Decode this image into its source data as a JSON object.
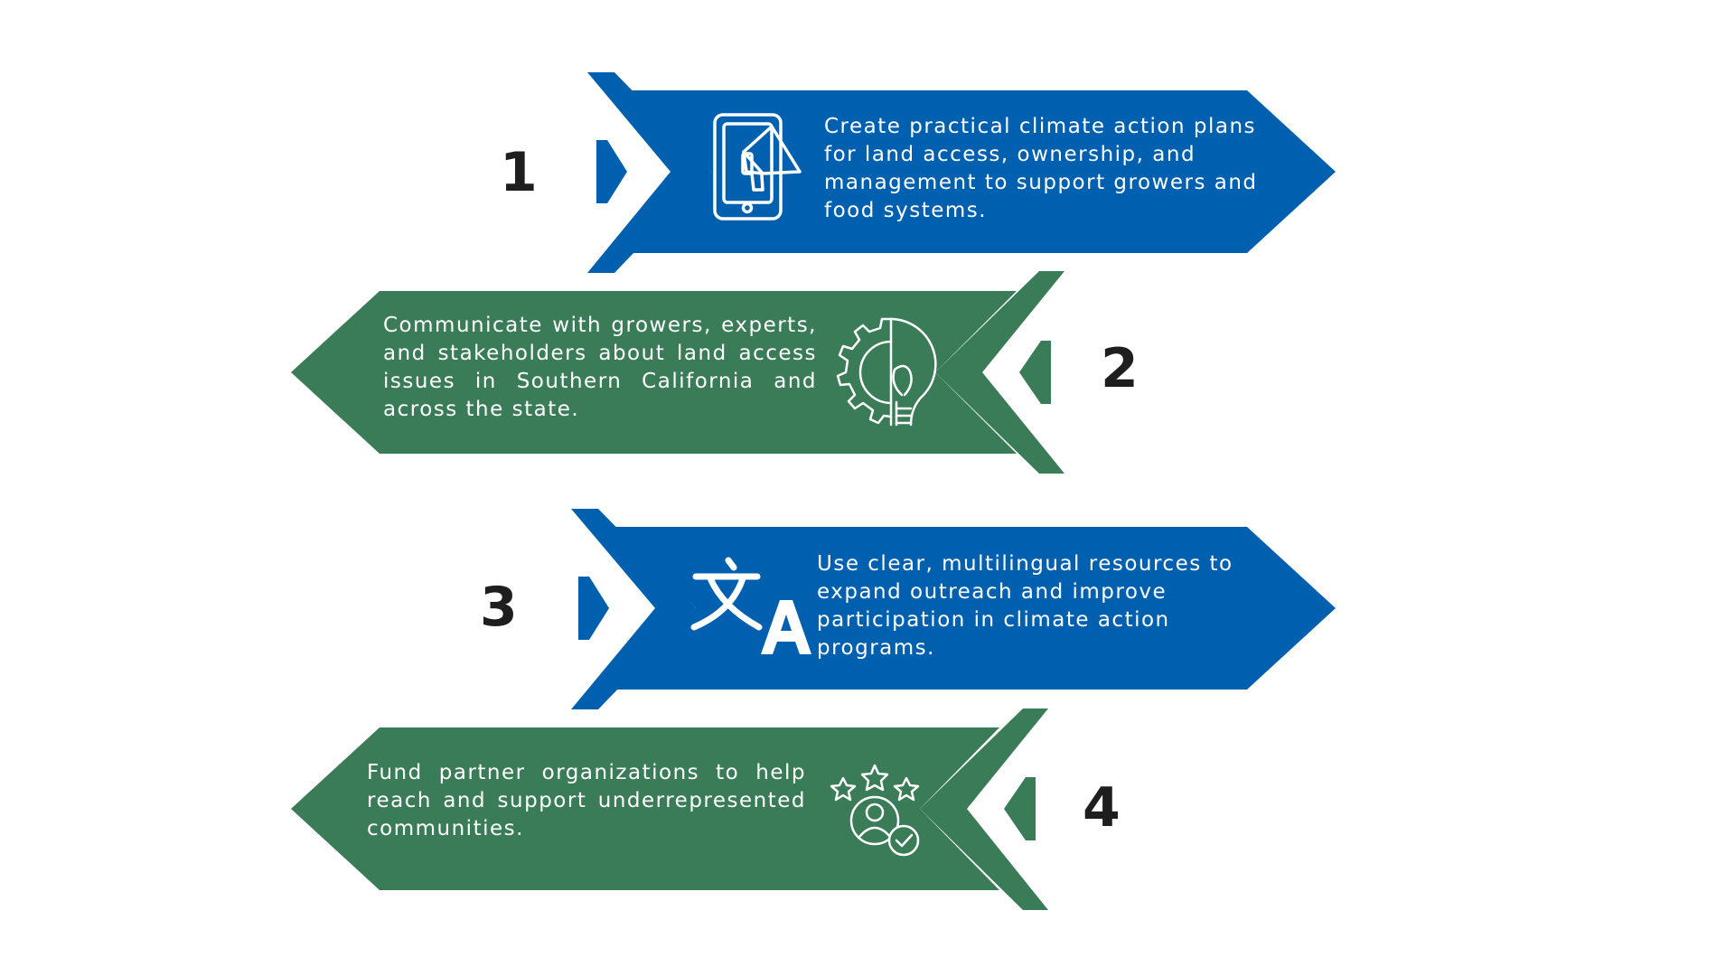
{
  "colors": {
    "blue": "#0060b0",
    "green": "#3b7c58",
    "number": "#1e1e1e",
    "background": "#ffffff"
  },
  "steps": [
    {
      "number": "1",
      "text": "Create practical climate action plans for land access, ownership, and management to support growers and food systems.",
      "icon": "tablet-megaphone-icon",
      "color": "blue",
      "direction": "right"
    },
    {
      "number": "2",
      "text": "Communicate with growers, experts, and stakeholders about land access issues in Southern California and across the state.",
      "icon": "gear-lightbulb-icon",
      "color": "green",
      "direction": "left"
    },
    {
      "number": "3",
      "text": "Use clear, multilingual resources to expand outreach and improve participation in climate action programs.",
      "icon": "translate-icon",
      "color": "blue",
      "direction": "right"
    },
    {
      "number": "4",
      "text": "Fund partner organizations to help reach and support underrepresented communities.",
      "icon": "user-rating-icon",
      "color": "green",
      "direction": "left"
    }
  ]
}
